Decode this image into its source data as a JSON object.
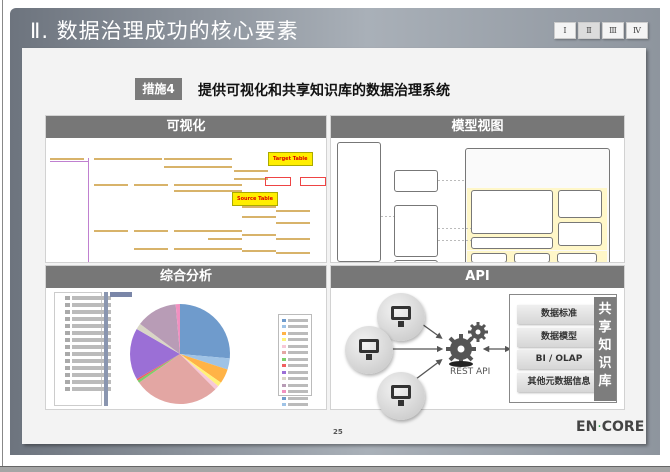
{
  "slide": {
    "title": "Ⅱ. 数据治理成功的核心要素",
    "nav_tabs": [
      {
        "label": "Ⅰ",
        "active": false
      },
      {
        "label": "Ⅱ",
        "active": true
      },
      {
        "label": "Ⅲ",
        "active": false
      },
      {
        "label": "Ⅳ",
        "active": false
      }
    ],
    "badge": "措施4",
    "heading": "提供可视化和共享知识库的数据治理系统",
    "page_number": "25"
  },
  "quadrants": {
    "visualization": {
      "title": "可视化",
      "callouts": {
        "target": "Target Table",
        "source": "Source Table"
      }
    },
    "model_view": {
      "title": "模型视图"
    },
    "analysis": {
      "title": "综合分析",
      "pie_colors": [
        "#6f9bcc",
        "#9fc3e6",
        "#ffb347",
        "#fff27a",
        "#f7c8d8",
        "#e3a6a3",
        "#7ccf6a",
        "#f06060",
        "#9b6fd6",
        "#d9d6c6",
        "#b89cb6",
        "#f090c0"
      ]
    },
    "api": {
      "title": "API",
      "center_label": "REST API",
      "knowledge_items": [
        "数据标准",
        "数据模型",
        "BI / OLAP",
        "其他元数据信息"
      ],
      "knowledge_label": "共享知识库"
    }
  },
  "logo": {
    "text_left": "EN",
    "text_right": "CORE"
  },
  "colors": {
    "header_gray": "#777777",
    "badge_gray": "#7b7b7b",
    "callout_yellow": "#ffee00"
  }
}
